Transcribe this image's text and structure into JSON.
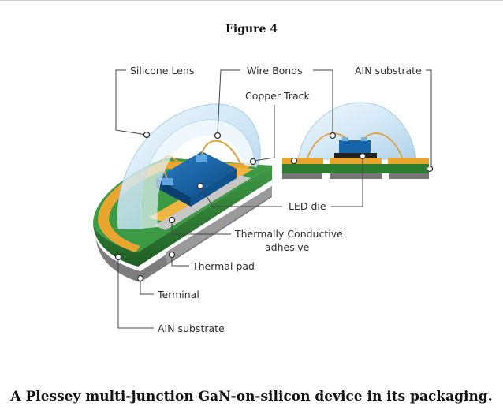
{
  "figure": {
    "title": "Figure 4",
    "caption": "A Plessey multi-junction GaN-on-silicon device in its packaging."
  },
  "labels": {
    "silicone_lens": "Silicone Lens",
    "wire_bonds": "Wire Bonds",
    "ain_substrate_top": "AIN substrate",
    "copper_track": "Copper Track",
    "led_die": "LED die",
    "thermal_adhesive_line1": "Thermally Conductive",
    "thermal_adhesive_line2": "adhesive",
    "thermal_pad": "Thermal pad",
    "terminal": "Terminal",
    "ain_substrate_bottom": "AIN substrate"
  },
  "colors": {
    "substrate_green": "#2e7d32",
    "copper": "#e8a530",
    "die_blue": "#1565a8",
    "lens": "#cfe6f7",
    "pad_gray": "#8a8a8a"
  }
}
